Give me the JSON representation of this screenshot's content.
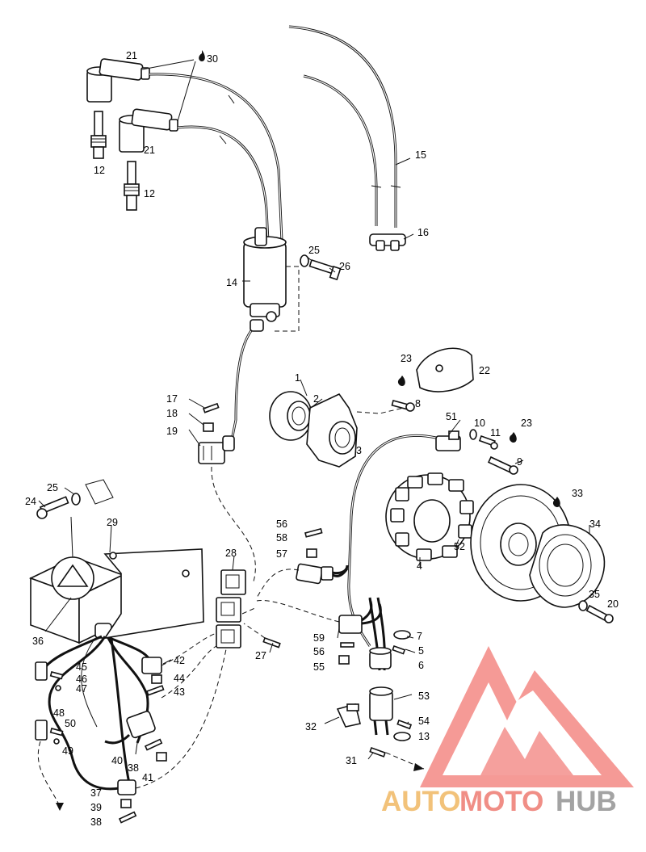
{
  "diagram": {
    "callouts": [
      {
        "id": "21a",
        "text": "21"
      },
      {
        "id": "30",
        "text": "30"
      },
      {
        "id": "21b",
        "text": "21"
      },
      {
        "id": "12a",
        "text": "12"
      },
      {
        "id": "12b",
        "text": "12"
      },
      {
        "id": "15",
        "text": "15"
      },
      {
        "id": "16",
        "text": "16"
      },
      {
        "id": "25a",
        "text": "25"
      },
      {
        "id": "26",
        "text": "26"
      },
      {
        "id": "14",
        "text": "14"
      },
      {
        "id": "23a",
        "text": "23"
      },
      {
        "id": "22",
        "text": "22"
      },
      {
        "id": "1",
        "text": "1"
      },
      {
        "id": "2",
        "text": "2"
      },
      {
        "id": "8",
        "text": "8"
      },
      {
        "id": "3",
        "text": "3"
      },
      {
        "id": "17",
        "text": "17"
      },
      {
        "id": "18",
        "text": "18"
      },
      {
        "id": "19",
        "text": "19"
      },
      {
        "id": "51",
        "text": "51"
      },
      {
        "id": "10",
        "text": "10"
      },
      {
        "id": "11",
        "text": "11"
      },
      {
        "id": "23b",
        "text": "23"
      },
      {
        "id": "9",
        "text": "9"
      },
      {
        "id": "25b",
        "text": "25"
      },
      {
        "id": "24",
        "text": "24"
      },
      {
        "id": "33",
        "text": "33"
      },
      {
        "id": "29",
        "text": "29"
      },
      {
        "id": "56a",
        "text": "56"
      },
      {
        "id": "58",
        "text": "58"
      },
      {
        "id": "34",
        "text": "34"
      },
      {
        "id": "28",
        "text": "28"
      },
      {
        "id": "52",
        "text": "52"
      },
      {
        "id": "57",
        "text": "57"
      },
      {
        "id": "4",
        "text": "4"
      },
      {
        "id": "35",
        "text": "35"
      },
      {
        "id": "20",
        "text": "20"
      },
      {
        "id": "36",
        "text": "36"
      },
      {
        "id": "59",
        "text": "59"
      },
      {
        "id": "7",
        "text": "7"
      },
      {
        "id": "27",
        "text": "27"
      },
      {
        "id": "56b",
        "text": "56"
      },
      {
        "id": "5",
        "text": "5"
      },
      {
        "id": "42",
        "text": "42"
      },
      {
        "id": "45",
        "text": "45"
      },
      {
        "id": "55",
        "text": "55"
      },
      {
        "id": "6",
        "text": "6"
      },
      {
        "id": "46",
        "text": "46"
      },
      {
        "id": "44",
        "text": "44"
      },
      {
        "id": "47",
        "text": "47"
      },
      {
        "id": "43",
        "text": "43"
      },
      {
        "id": "53",
        "text": "53"
      },
      {
        "id": "48",
        "text": "48"
      },
      {
        "id": "50",
        "text": "50"
      },
      {
        "id": "32",
        "text": "32"
      },
      {
        "id": "54",
        "text": "54"
      },
      {
        "id": "13",
        "text": "13"
      },
      {
        "id": "49",
        "text": "49"
      },
      {
        "id": "40",
        "text": "40"
      },
      {
        "id": "38a",
        "text": "38"
      },
      {
        "id": "31",
        "text": "31"
      },
      {
        "id": "41",
        "text": "41"
      },
      {
        "id": "37",
        "text": "37"
      },
      {
        "id": "39",
        "text": "39"
      },
      {
        "id": "38b",
        "text": "38"
      }
    ]
  },
  "watermark": {
    "part1": "AUTO",
    "part2": "MOTO",
    "part3": "HUB",
    "colors": {
      "auto": "#f2c27a",
      "moto": "#f08e86",
      "hub": "#a3a3a3",
      "logo": "#f0615b"
    }
  }
}
